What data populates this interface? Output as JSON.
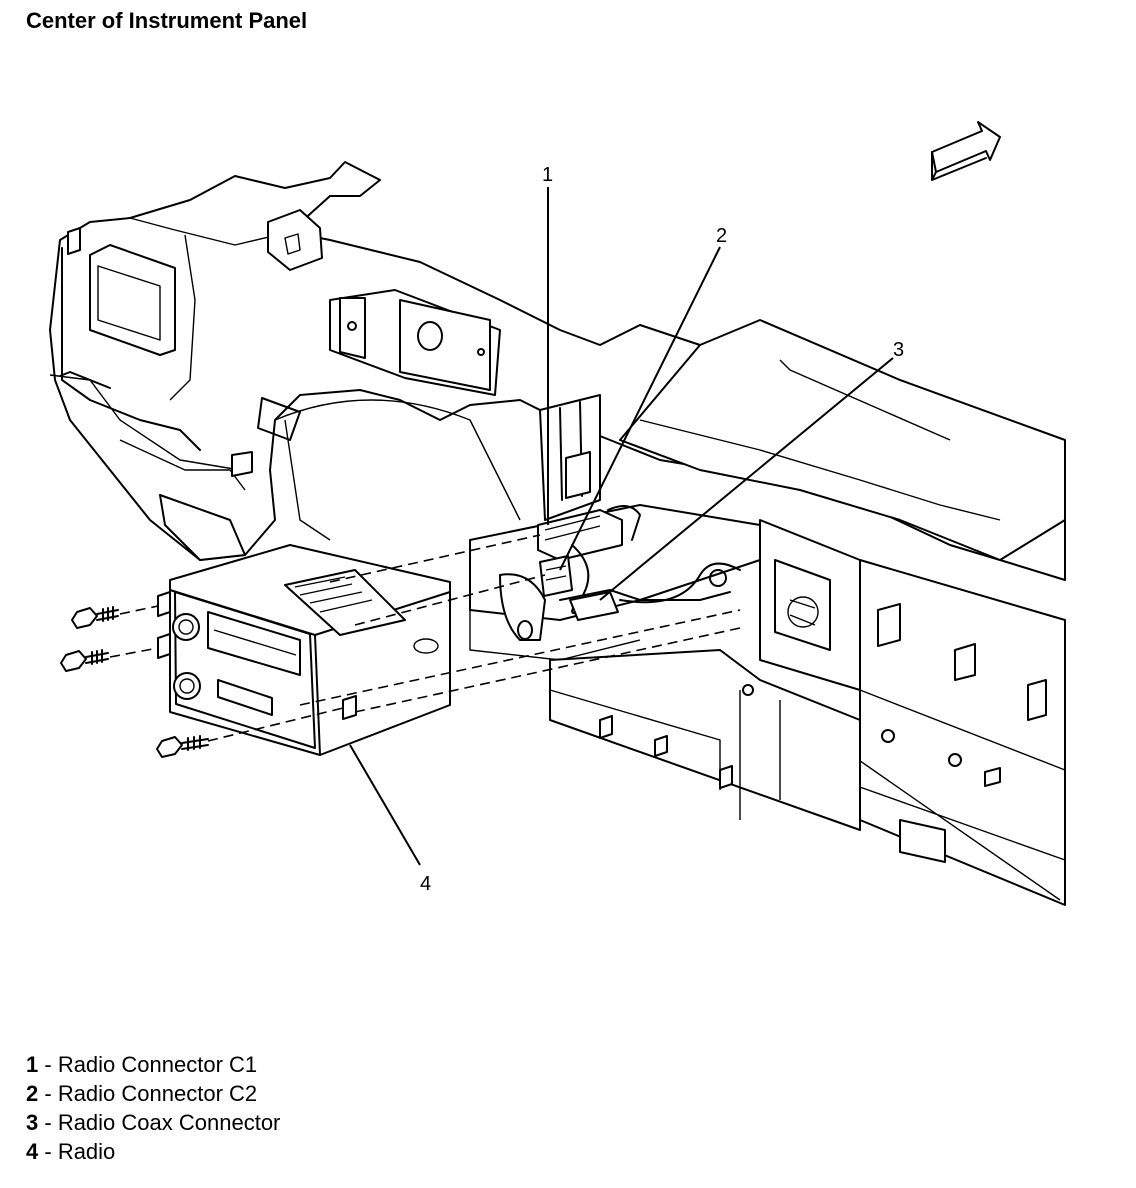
{
  "title": "Center of Instrument Panel",
  "callouts": [
    "1",
    "2",
    "3",
    "4"
  ],
  "legend": [
    {
      "num": "1",
      "sep": " - ",
      "label": "Radio Connector C1"
    },
    {
      "num": "2",
      "sep": " - ",
      "label": "Radio Connector C2"
    },
    {
      "num": "3",
      "sep": " - ",
      "label": "Radio Coax Connector"
    },
    {
      "num": "4",
      "sep": " - ",
      "label": "Radio"
    }
  ],
  "icons": [
    "direction-arrow-icon",
    "bolt-icon"
  ]
}
